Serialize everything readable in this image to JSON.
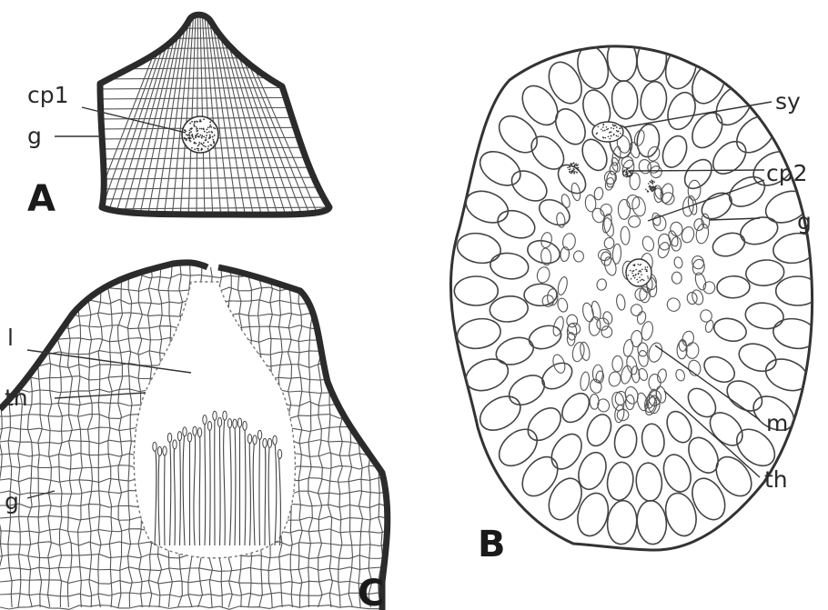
{
  "panels": {
    "A": {
      "letter": "A",
      "labels": {
        "cp1": "cp1",
        "g": "g"
      }
    },
    "B": {
      "letter": "B",
      "labels": {
        "sy": "sy",
        "cp2": "cp2",
        "g": "g",
        "m": "m",
        "th": "th"
      }
    },
    "C": {
      "letter": "C",
      "labels": {
        "l": "l",
        "th": "th",
        "g": "g"
      }
    }
  }
}
